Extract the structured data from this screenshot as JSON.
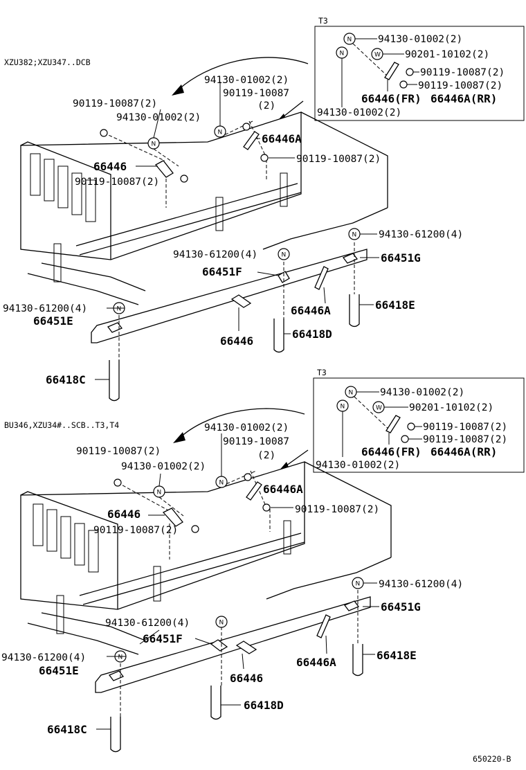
{
  "diagram_id": "650220-B",
  "sections": [
    {
      "model_note": "XZU382;XZU347..DCB",
      "labels": {
        "a": "94130-01002(2)",
        "b": "90119-10087",
        "b2": "(2)",
        "c": "90119-10087(2)",
        "d": "94130-01002(2)",
        "e": "66446A",
        "f": "90119-10087(2)",
        "g": "66446",
        "h": "90119-10087(2)",
        "i": "94130-61200(4)",
        "j": "66451G",
        "k": "94130-61200(4)",
        "l": "66451F",
        "m": "66446A",
        "n": "66418E",
        "o": "94130-61200(4)",
        "p": "66451E",
        "q": "66446",
        "r": "66418D",
        "s": "66418C"
      },
      "inset": {
        "title": "T3",
        "l1": "94130-01002(2)",
        "l2": "90201-10102(2)",
        "l3": "90119-10087(2)",
        "l4": "90119-10087(2)",
        "l5": "66446(FR)",
        "l6": "66446A(RR)",
        "l7": "94130-01002(2)"
      }
    },
    {
      "model_note": "BU346,XZU34#..SCB..T3,T4",
      "labels": {
        "a": "94130-01002(2)",
        "b": "90119-10087",
        "b2": "(2)",
        "c": "90119-10087(2)",
        "d": "94130-01002(2)",
        "e": "66446A",
        "f": "90119-10087(2)",
        "g": "66446",
        "h": "90119-10087(2)",
        "i": "94130-61200(4)",
        "j": "66451G",
        "k": "94130-61200(4)",
        "l": "66451F",
        "m": "66446A",
        "n": "66418E",
        "o": "94130-61200(4)",
        "p": "66451E",
        "q": "66446",
        "r": "66418D",
        "s": "66418C"
      },
      "inset": {
        "title": "T3",
        "l1": "94130-01002(2)",
        "l2": "90201-10102(2)",
        "l3": "90119-10087(2)",
        "l4": "90119-10087(2)",
        "l5": "66446(FR)",
        "l6": "66446A(RR)",
        "l7": "94130-01002(2)"
      }
    }
  ],
  "symbols": {
    "nut": "N",
    "washer": "W"
  }
}
